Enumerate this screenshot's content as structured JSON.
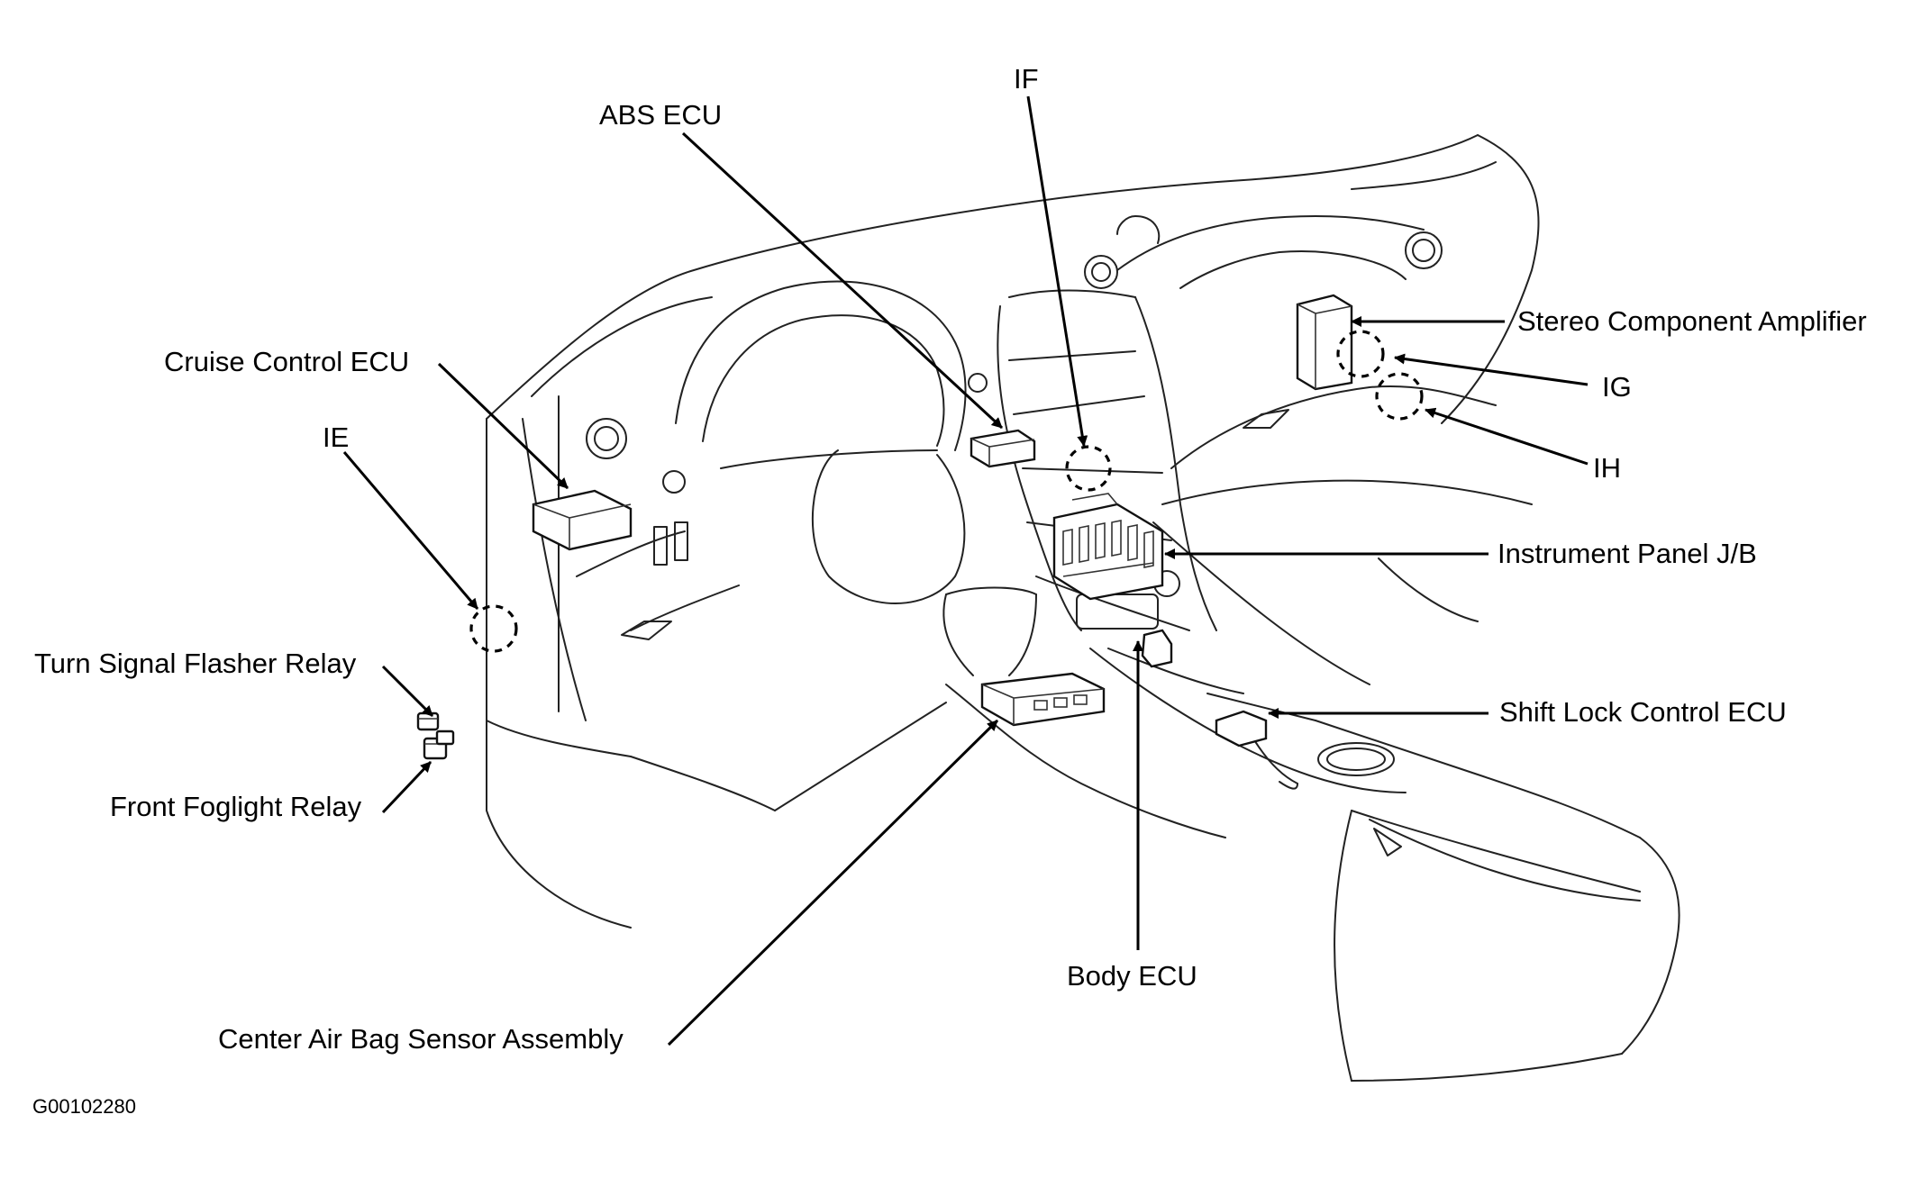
{
  "labels": {
    "abs_ecu": "ABS ECU",
    "if_connector": "IF",
    "stereo_amp": "Stereo Component Amplifier",
    "ig_connector": "IG",
    "ih_connector": "IH",
    "cruise_ecu": "Cruise Control ECU",
    "ie_connector": "IE",
    "instrument_jb": "Instrument Panel J/B",
    "turn_signal_relay": "Turn Signal Flasher Relay",
    "shift_lock_ecu": "Shift Lock Control ECU",
    "foglight_relay": "Front Foglight Relay",
    "body_ecu": "Body ECU",
    "airbag_sensor": "Center Air Bag Sensor Assembly"
  },
  "figure_code": "G00102280",
  "icons": [
    "arrowhead-icon"
  ]
}
